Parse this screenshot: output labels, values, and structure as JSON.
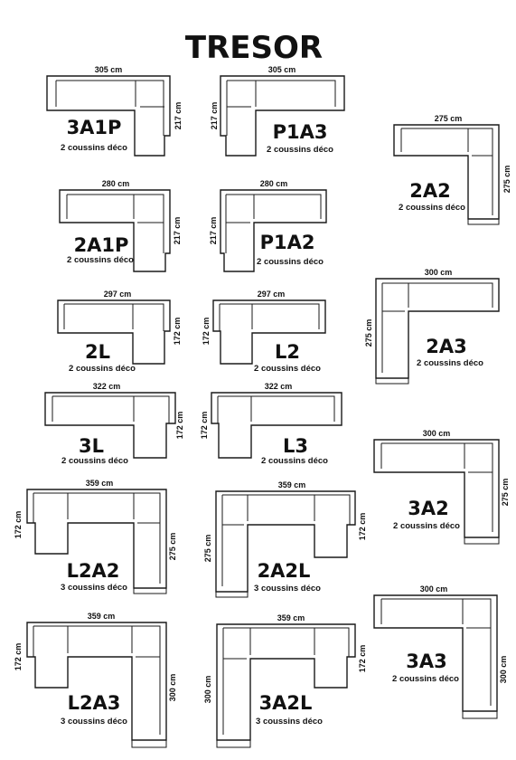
{
  "title": "TRESOR",
  "sofas": [
    {
      "name": "3A1P",
      "sub": "2 coussins déco",
      "width": "305 cm",
      "depth": "217 cm"
    },
    {
      "name": "P1A3",
      "sub": "2 coussins déco",
      "width": "305 cm",
      "depth": "217 cm"
    },
    {
      "name": "2A2",
      "sub": "2 coussins déco",
      "width": "275 cm",
      "depth": "275 cm"
    },
    {
      "name": "2A1P",
      "sub": "2 coussins déco",
      "width": "280 cm",
      "depth": "217 cm"
    },
    {
      "name": "P1A2",
      "sub": "2 coussins déco",
      "width": "280 cm",
      "depth": "217 cm"
    },
    {
      "name": "2L",
      "sub": "2 coussins déco",
      "width": "297 cm",
      "depth": "172 cm"
    },
    {
      "name": "L2",
      "sub": "2 coussins déco",
      "width": "297 cm",
      "depth": "172 cm"
    },
    {
      "name": "2A3",
      "sub": "2 coussins déco",
      "width": "300 cm",
      "depth": "275 cm"
    },
    {
      "name": "3L",
      "sub": "2 coussins déco",
      "width": "322 cm",
      "depth": "172 cm"
    },
    {
      "name": "L3",
      "sub": "2 coussins déco",
      "width": "322 cm",
      "depth": "172 cm"
    },
    {
      "name": "3A2",
      "sub": "2 coussins déco",
      "width": "300 cm",
      "depth": "275 cm"
    },
    {
      "name": "L2A2",
      "sub": "3 coussins déco",
      "width": "359 cm",
      "depth_left": "172 cm",
      "depth_right": "275 cm"
    },
    {
      "name": "2A2L",
      "sub": "3 coussins déco",
      "width": "359 cm",
      "depth_left": "275 cm",
      "depth_right": "172 cm"
    },
    {
      "name": "L2A3",
      "sub": "3 coussins déco",
      "width": "359 cm",
      "depth_left": "172 cm",
      "depth_right": "300 cm"
    },
    {
      "name": "3A2L",
      "sub": "3 coussins déco",
      "width": "359 cm",
      "depth_left": "300 cm",
      "depth_right": "172 cm"
    },
    {
      "name": "3A3",
      "sub": "2 coussins déco",
      "width": "300 cm",
      "depth": "300 cm"
    }
  ]
}
